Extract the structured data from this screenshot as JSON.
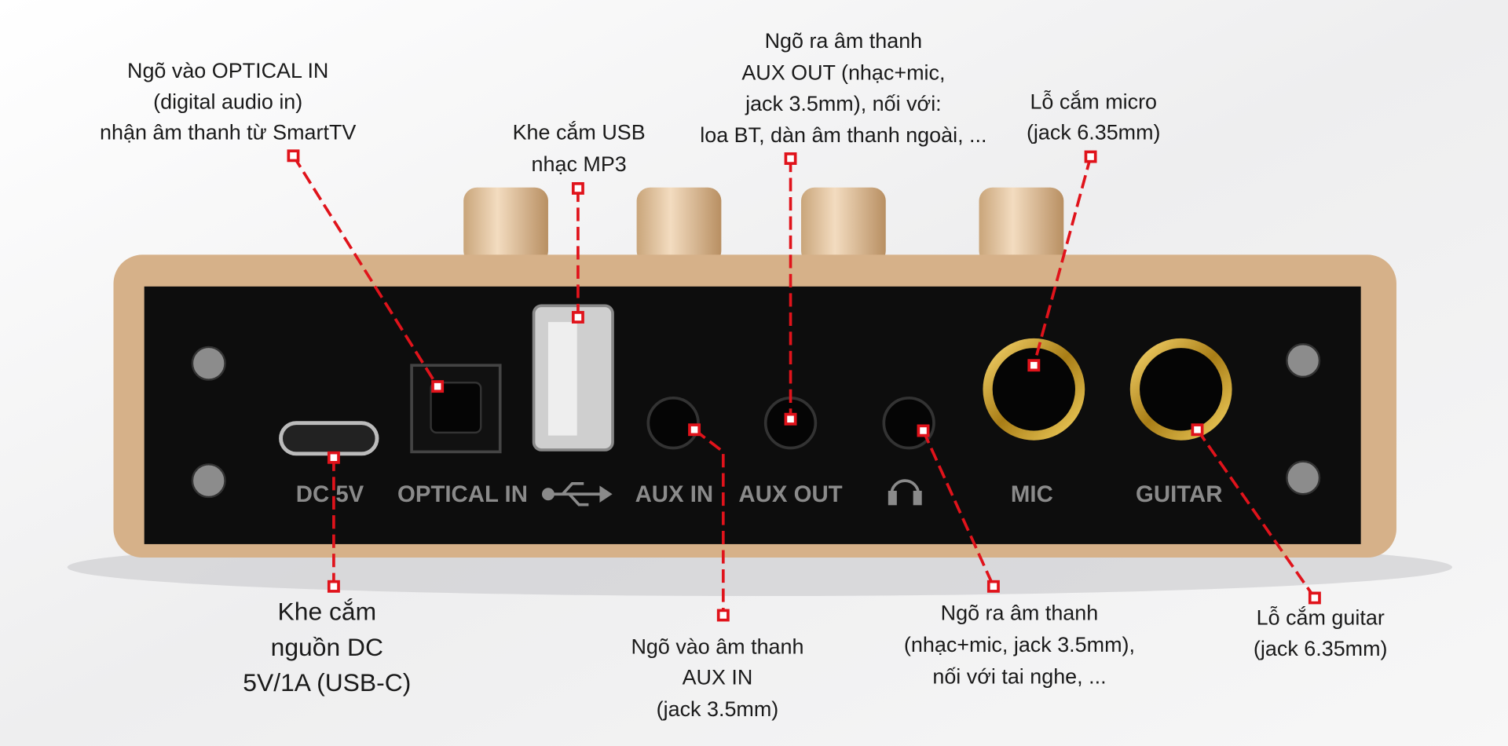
{
  "colors": {
    "accent": "#e0131b",
    "body": "#d8b48a",
    "panel": "#0c0c0c",
    "gold_ring": "#c9a227"
  },
  "panel_labels": {
    "dc": "DC 5V",
    "optical": "OPTICAL IN",
    "aux_in": "AUX IN",
    "aux_out": "AUX OUT",
    "mic": "MIC",
    "guitar": "GUITAR",
    "usb_icon": "usb-icon",
    "headphone_icon": "headphone-icon"
  },
  "annotations": {
    "optical": [
      "Ngõ vào OPTICAL IN",
      "(digital audio in)",
      "nhận âm thanh từ SmartTV"
    ],
    "usb": [
      "Khe cắm USB",
      "nhạc MP3"
    ],
    "aux_out": [
      "Ngõ ra âm thanh",
      "AUX OUT (nhạc+mic,",
      "jack 3.5mm), nối với:",
      "loa BT, dàn âm thanh ngoài, ..."
    ],
    "mic": [
      "Lỗ cắm micro",
      "(jack 6.35mm)"
    ],
    "dc": [
      "Khe cắm",
      "nguồn DC",
      "5V/1A (USB-C)"
    ],
    "aux_in": [
      "Ngõ vào âm thanh",
      "AUX IN",
      "(jack 3.5mm)"
    ],
    "headphone": [
      "Ngõ ra âm thanh",
      "(nhạc+mic, jack 3.5mm),",
      "nối với tai nghe, ..."
    ],
    "guitar": [
      "Lỗ cắm guitar",
      "(jack 6.35mm)"
    ]
  }
}
